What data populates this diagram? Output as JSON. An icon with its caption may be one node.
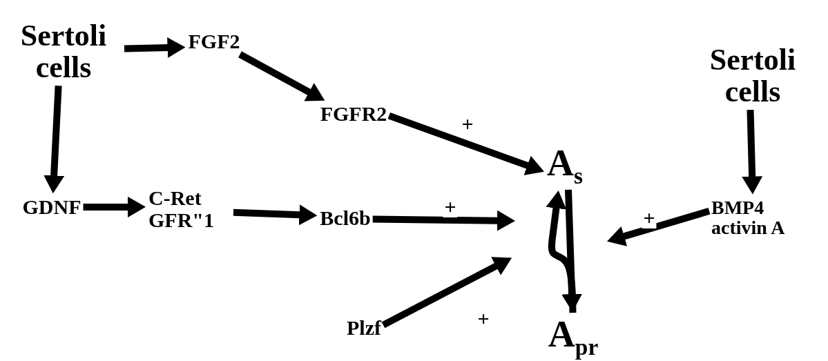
{
  "diagram": {
    "nodes": [
      {
        "text": [
          "Sertoli cells"
        ]
      },
      {
        "text": [
          "FGF2"
        ]
      },
      {
        "text": [
          "FGFR2"
        ]
      },
      {
        "text": [
          "GDNF"
        ]
      },
      {
        "text": [
          "C-Ret GFR\"1"
        ]
      },
      {
        "text": [
          "Bcl6b"
        ]
      },
      {
        "text": [
          "Plzf"
        ]
      },
      {
        "text": [
          "A$_{s}$"
        ]
      },
      {
        "text": [
          "A$_{pr}$"
        ]
      },
      {
        "text": [
          "Sertoli cells"
        ]
      },
      {
        "text": [
          "BMP4 activin A"
        ]
      }
    ],
    "edges": [
      {
        "from": 0,
        "to": 1,
        "arrow": "to"
      },
      {
        "from": 0,
        "to": 3,
        "arrow": "to"
      },
      {
        "from": 1,
        "to": 2,
        "arrow": "to"
      },
      {
        "from": 3,
        "to": 4,
        "arrow": "to"
      },
      {
        "from": 4,
        "to": 5,
        "arrow": "to"
      },
      {
        "from": 2,
        "to": 7,
        "arrow": "to",
        "label": "+"
      },
      {
        "from": 5,
        "to": null,
        "arrow": "to",
        "label": "+"
      },
      {
        "from": 6,
        "to": null,
        "arrow": "to",
        "label": "+"
      },
      {
        "from": 10,
        "to": null,
        "arrow": "to",
        "label": "+"
      },
      {
        "from": 9,
        "to": 10,
        "arrow": "to"
      },
      {
        "from": 7,
        "to": 8,
        "arrow": "to"
      },
      {
        "from": 8,
        "to": 7,
        "arrow": "to"
      }
    ]
  }
}
